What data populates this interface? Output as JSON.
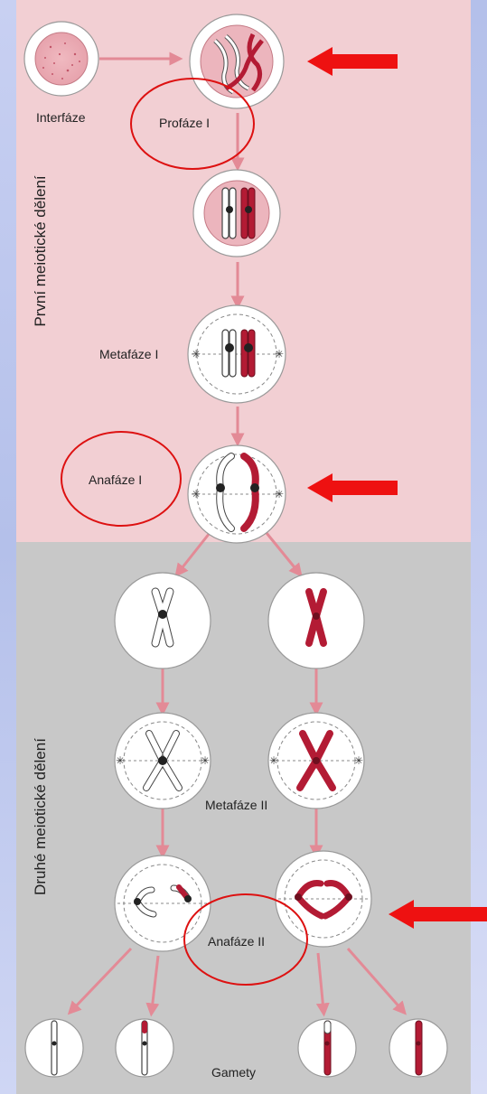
{
  "sections": {
    "first": "První meiotické dělení",
    "second": "Druhé meiotické dělení"
  },
  "labels": {
    "interphase": "Interfáze",
    "prophase1": "Profáze I",
    "metaphase1": "Metafáze I",
    "anaphase1": "Anafáze I",
    "metaphase2": "Metafáze II",
    "anaphase2": "Anafáze II",
    "gametes": "Gamety"
  },
  "colors": {
    "chromosome_red": "#b31b34",
    "chromosome_white": "#ffffff",
    "flow_arrow": "#e38a96",
    "highlight_arrow": "#ee1111",
    "annotation_circle": "#dd1111",
    "first_division_bg": "#f2cfd3",
    "second_division_bg": "#c8c8c8"
  }
}
